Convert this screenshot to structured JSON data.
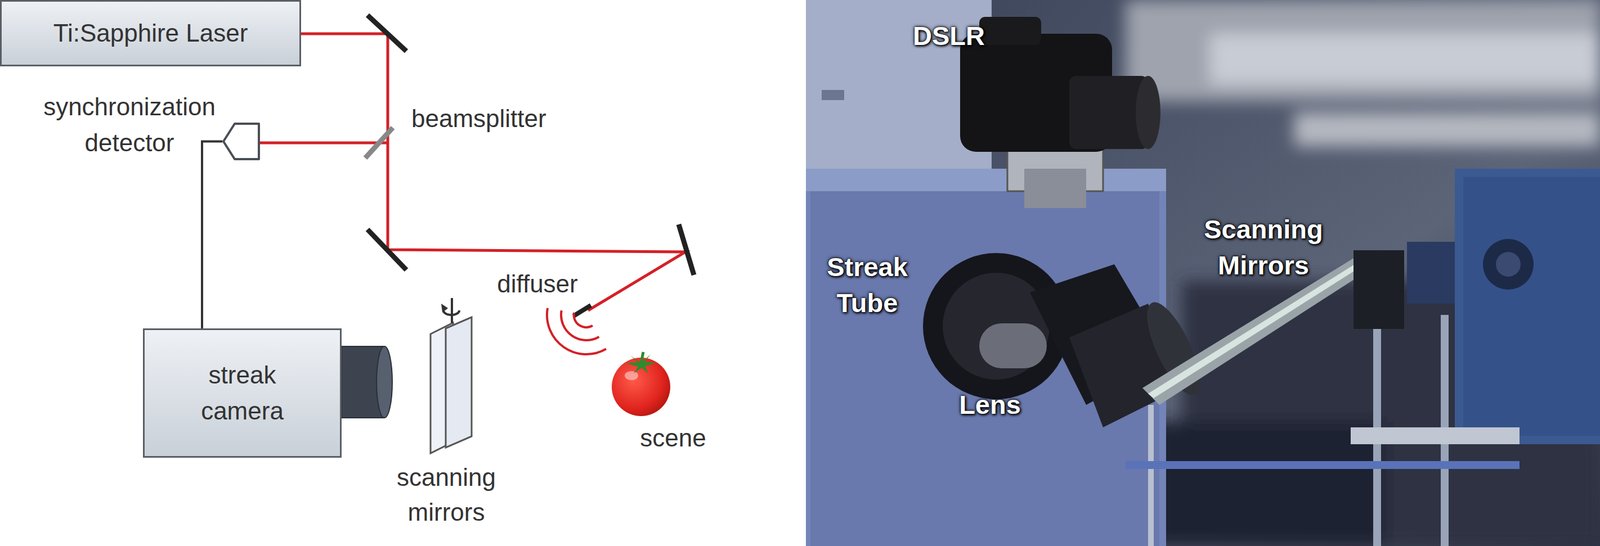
{
  "diagram": {
    "nodes": [
      {
        "text": [
          "Ti:Sapphire Laser"
        ]
      },
      {
        "text": [
          "synchronization detector"
        ]
      },
      {
        "text": [
          "streak camera"
        ]
      }
    ],
    "edges": [
      {
        "from": 1,
        "to": 2,
        "arrow": "none"
      }
    ],
    "labels": [
      "beamsplitter",
      "diffuser",
      "scene",
      "scanning mirrors",
      "DSLR",
      "Streak Tube",
      "Lens",
      "Scanning Mirrors"
    ]
  }
}
